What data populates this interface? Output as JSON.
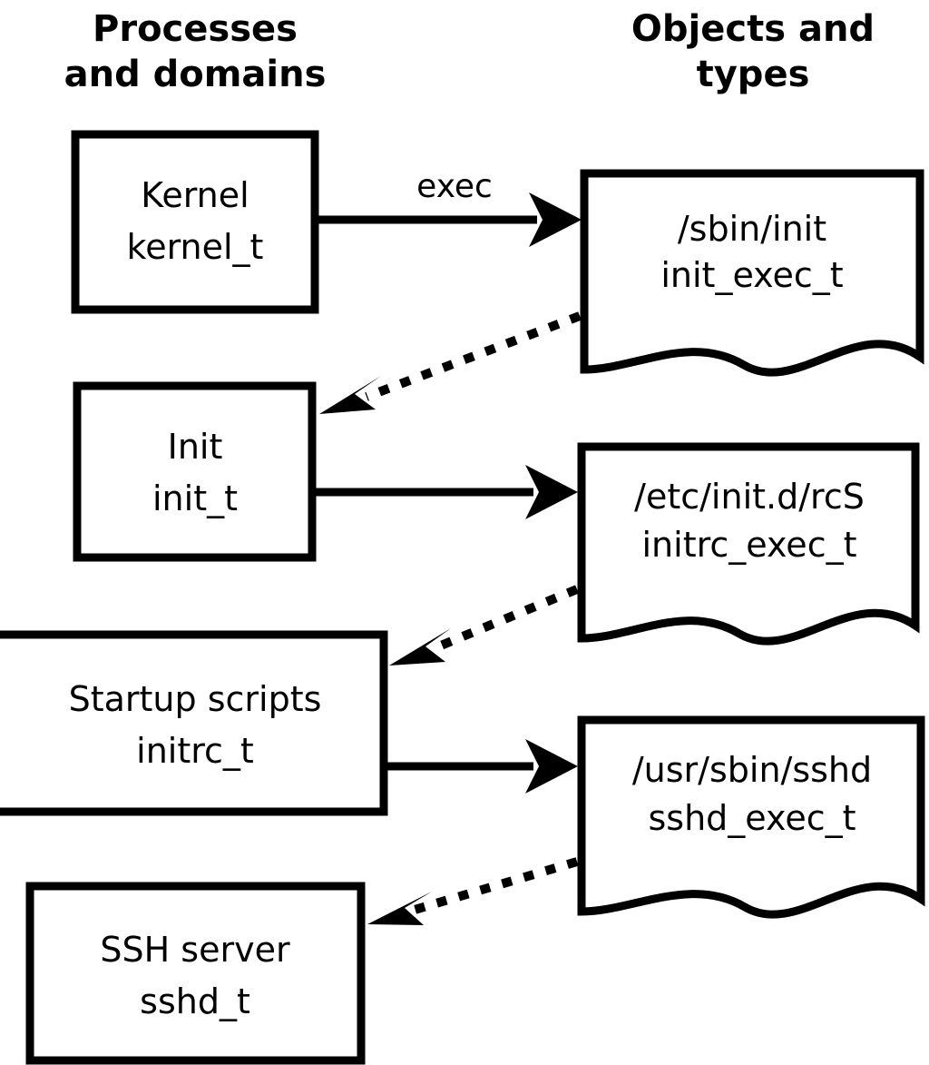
{
  "diagram": {
    "title_left": "Processes\nand domains",
    "columns": {
      "left": {
        "line1": "Processes",
        "line2": "and domains"
      },
      "right": {
        "line1": "Objects and",
        "line2": "types"
      }
    },
    "process_nodes": [
      {
        "id": "kernel",
        "line1": "Kernel",
        "line2": "kernel_t"
      },
      {
        "id": "init",
        "line1": "Init",
        "line2": "init_t"
      },
      {
        "id": "initrc",
        "line1": "Startup scripts",
        "line2": "initrc_t"
      },
      {
        "id": "sshd",
        "line1": "SSH server",
        "line2": "sshd_t"
      }
    ],
    "object_nodes": [
      {
        "id": "init_exec",
        "line1": "/sbin/init",
        "line2": "init_exec_t"
      },
      {
        "id": "initrc_exec",
        "line1": "/etc/init.d/rcS",
        "line2": "initrc_exec_t"
      },
      {
        "id": "sshd_exec",
        "line1": "/usr/sbin/sshd",
        "line2": "sshd_exec_t"
      }
    ],
    "edges": [
      {
        "id": "kernel-exec-init_exec",
        "style": "solid",
        "label": "exec"
      },
      {
        "id": "init_exec-transition-init",
        "style": "dotted",
        "label": ""
      },
      {
        "id": "init-exec-initrc_exec",
        "style": "solid",
        "label": ""
      },
      {
        "id": "initrc_exec-transition-initrc",
        "style": "dotted",
        "label": ""
      },
      {
        "id": "initrc-exec-sshd_exec",
        "style": "solid",
        "label": ""
      },
      {
        "id": "sshd_exec-transition-sshd",
        "style": "dotted",
        "label": ""
      }
    ],
    "colors": {
      "stroke": "#000000",
      "fill": "#ffffff",
      "text": "#000000"
    }
  }
}
